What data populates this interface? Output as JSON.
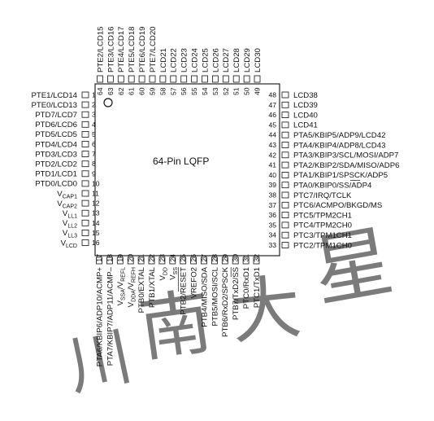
{
  "chip": {
    "title": "64-Pin LQFP",
    "pin1_marker": "pin-1-dot"
  },
  "pins": {
    "left": [
      {
        "num": "1",
        "label": "PTE1/LCD14"
      },
      {
        "num": "2",
        "label": "PTE0/LCD13"
      },
      {
        "num": "3",
        "label": "PTD7/LCD7"
      },
      {
        "num": "4",
        "label": "PTD6/LCD6"
      },
      {
        "num": "5",
        "label": "PTD5/LCD5"
      },
      {
        "num": "6",
        "label": "PTD4/LCD4"
      },
      {
        "num": "7",
        "label": "PTD3/LCD3"
      },
      {
        "num": "8",
        "label": "PTD2/LCD2"
      },
      {
        "num": "9",
        "label": "PTD1/LCD1"
      },
      {
        "num": "10",
        "label": "PTD0/LCD0"
      },
      {
        "num": "11",
        "label": "V",
        "sub": "CAP1"
      },
      {
        "num": "12",
        "label": "V",
        "sub": "CAP2"
      },
      {
        "num": "13",
        "label": "V",
        "sub": "LL1"
      },
      {
        "num": "14",
        "label": "V",
        "sub": "LL2"
      },
      {
        "num": "15",
        "label": "V",
        "sub": "LL3"
      },
      {
        "num": "16",
        "label": "V",
        "sub": "LCD"
      }
    ],
    "bottom": [
      {
        "num": "17",
        "label": "PTA6/KBIP6/ADP10/ACMP+"
      },
      {
        "num": "18",
        "label": "PTA7/KBIP7/ADP11/ACMP–"
      },
      {
        "num": "19",
        "label": "V",
        "sub": "SSA",
        "tail": "/V",
        "sub2": "REFL"
      },
      {
        "num": "20",
        "label": "V",
        "sub": "DDA",
        "tail": "/V",
        "sub2": "REFH"
      },
      {
        "num": "21",
        "label": "PTB0/EXTAL"
      },
      {
        "num": "22",
        "label": "PTB1/XTAL"
      },
      {
        "num": "23",
        "label": "V",
        "sub": "DD"
      },
      {
        "num": "24",
        "label": "V",
        "sub": "SS"
      },
      {
        "num": "25",
        "label": "PTB2/RESET"
      },
      {
        "num": "26",
        "label": "VREFO2"
      },
      {
        "num": "27",
        "label": "PTB4/MISO/SDA"
      },
      {
        "num": "28",
        "label": "PTB5/MOSI/SCL"
      },
      {
        "num": "29",
        "label": "PTB6/RxD2/SPSCK"
      },
      {
        "num": "30",
        "label": "PTB7/TxD2/SS"
      },
      {
        "num": "31",
        "label": "PTC0/RxD1"
      },
      {
        "num": "32",
        "label": "PTC1/TxD1"
      }
    ],
    "right": [
      {
        "num": "33",
        "label": "PTC2/TPM1CH0"
      },
      {
        "num": "34",
        "label": "PTC3/TPM1CH1"
      },
      {
        "num": "35",
        "label": "PTC4/TPM2CH0"
      },
      {
        "num": "36",
        "label": "PTC5/TPM2CH1"
      },
      {
        "num": "37",
        "label": "PTC6/ACMPO/BKGD/MS"
      },
      {
        "num": "38",
        "label": "PTC7/IRQ/TCLK"
      },
      {
        "num": "39",
        "label": "PTA0/KBIP0/SS/ADP4"
      },
      {
        "num": "40",
        "label": "PTA1/KBIP1/SPSCK/ADP5"
      },
      {
        "num": "41",
        "label": "PTA2/KBIP2/SDA/MISO/ADP6"
      },
      {
        "num": "42",
        "label": "PTA3/KBIP3/SCL/MOSI/ADP7"
      },
      {
        "num": "43",
        "label": "PTA4/KBIP4/ADP8/LCD43"
      },
      {
        "num": "44",
        "label": "PTA5/KBIP5/ADP9/LCD42"
      },
      {
        "num": "45",
        "label": "LCD41"
      },
      {
        "num": "46",
        "label": "LCD40"
      },
      {
        "num": "47",
        "label": "LCD39"
      },
      {
        "num": "48",
        "label": "LCD38"
      }
    ],
    "top": [
      {
        "num": "49",
        "label": "LCD30"
      },
      {
        "num": "50",
        "label": "LCD29"
      },
      {
        "num": "51",
        "label": "LCD28"
      },
      {
        "num": "52",
        "label": "LCD27"
      },
      {
        "num": "53",
        "label": "LCD26"
      },
      {
        "num": "54",
        "label": "LCD25"
      },
      {
        "num": "55",
        "label": "LCD24"
      },
      {
        "num": "56",
        "label": "LCD23"
      },
      {
        "num": "57",
        "label": "LCD22"
      },
      {
        "num": "58",
        "label": "LCD21"
      },
      {
        "num": "59",
        "label": "PTE7/LCD20"
      },
      {
        "num": "60",
        "label": "PTE6/LCD19"
      },
      {
        "num": "61",
        "label": "PTE5/LCD18"
      },
      {
        "num": "62",
        "label": "PTE4/LCD17"
      },
      {
        "num": "63",
        "label": "PTE3/LCD16"
      },
      {
        "num": "64",
        "label": "PTE2/LCD15"
      }
    ]
  },
  "overlines": {
    "25": "RESET",
    "30": "SS",
    "39": "SS"
  },
  "watermark": {
    "glyphs": [
      "川",
      "南",
      "大",
      "星"
    ],
    "color": "#e88888"
  }
}
